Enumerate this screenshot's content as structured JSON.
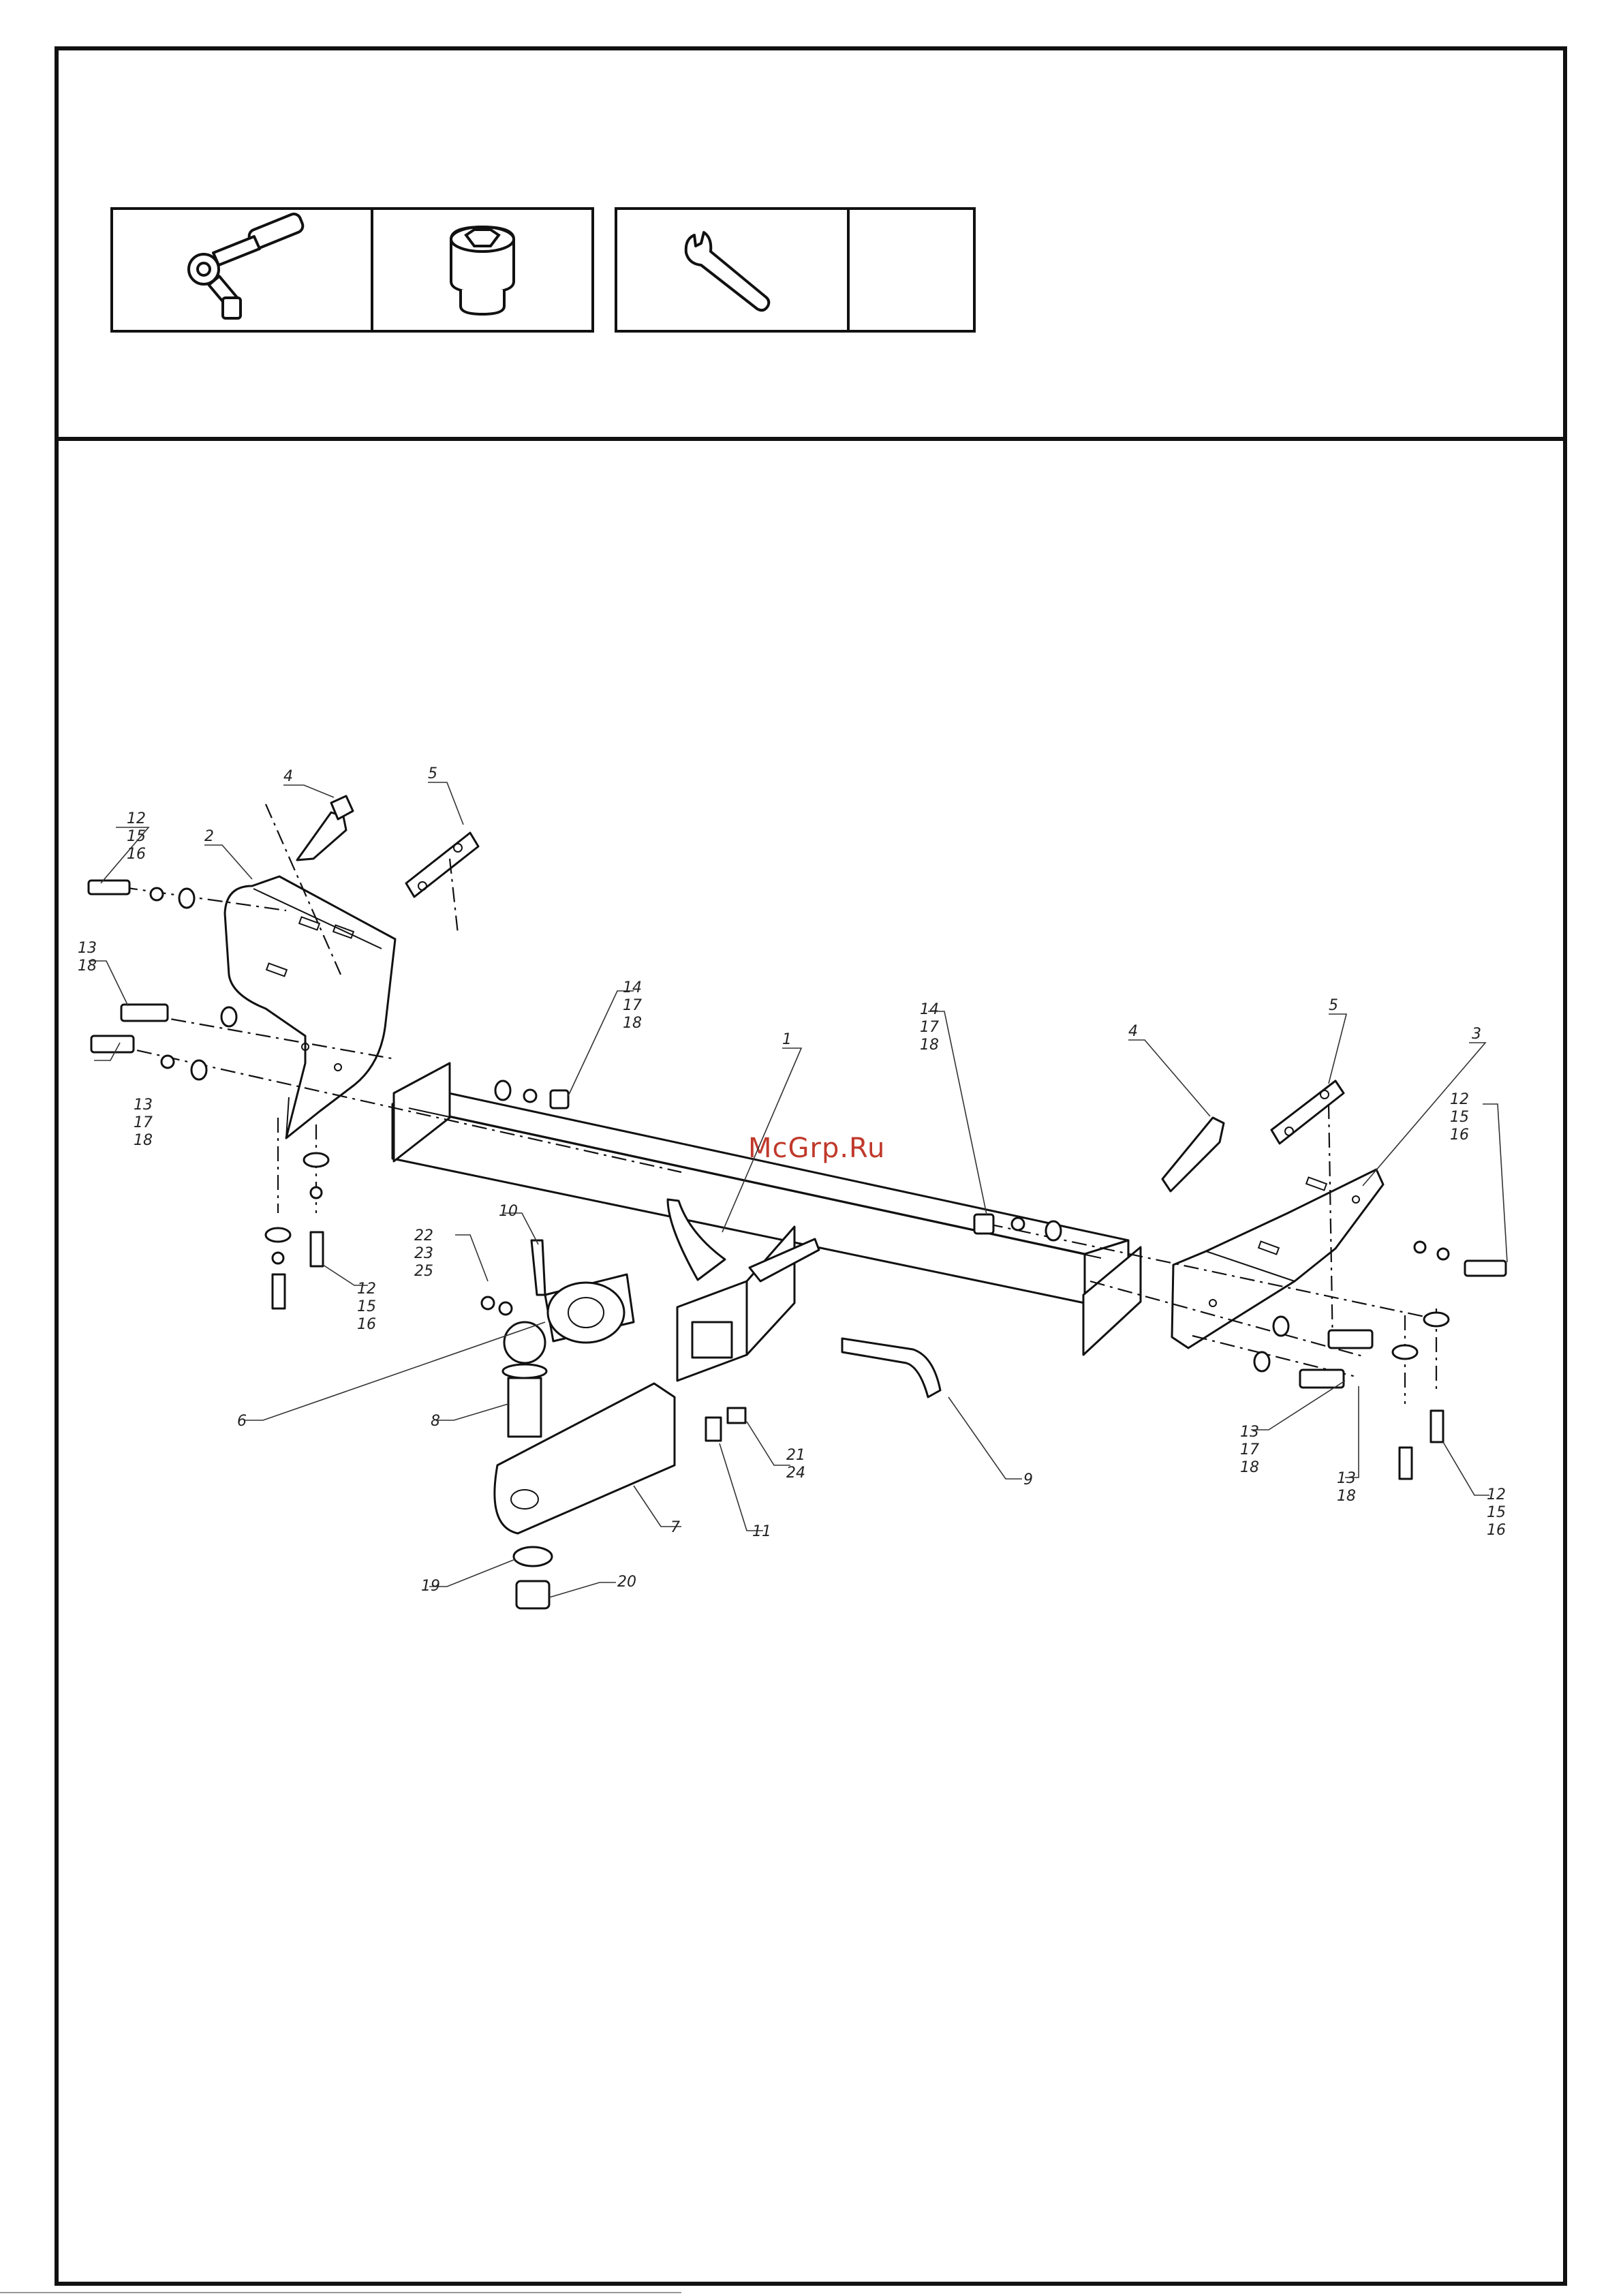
{
  "watermark": "McGrp.Ru",
  "tool_icons": [
    "ratchet-wrench-icon",
    "socket-head-icon",
    "open-end-wrench-icon"
  ],
  "labels": {
    "p1": "1",
    "p2": "2",
    "p3": "3",
    "p4a": "4",
    "p4b": "4",
    "p5a": "5",
    "p5b": "5",
    "p6": "6",
    "p7": "7",
    "p8": "8",
    "p9": "9",
    "p10": "10",
    "p11": "11",
    "p19": "19",
    "p20": "20",
    "ga": [
      "12",
      "15",
      "16"
    ],
    "gb": [
      "13",
      "18"
    ],
    "gc": [
      "13",
      "17",
      "18"
    ],
    "gd": [
      "14",
      "17",
      "18"
    ],
    "ge": [
      "14",
      "17",
      "18"
    ],
    "gf": [
      "12",
      "15",
      "16"
    ],
    "gg": [
      "12",
      "15",
      "16"
    ],
    "gh": [
      "22",
      "23",
      "25"
    ],
    "gi": [
      "21",
      "24"
    ],
    "gj": [
      "13",
      "17",
      "18"
    ],
    "gk": [
      "13",
      "18"
    ],
    "gl": [
      "12",
      "15",
      "16"
    ]
  }
}
